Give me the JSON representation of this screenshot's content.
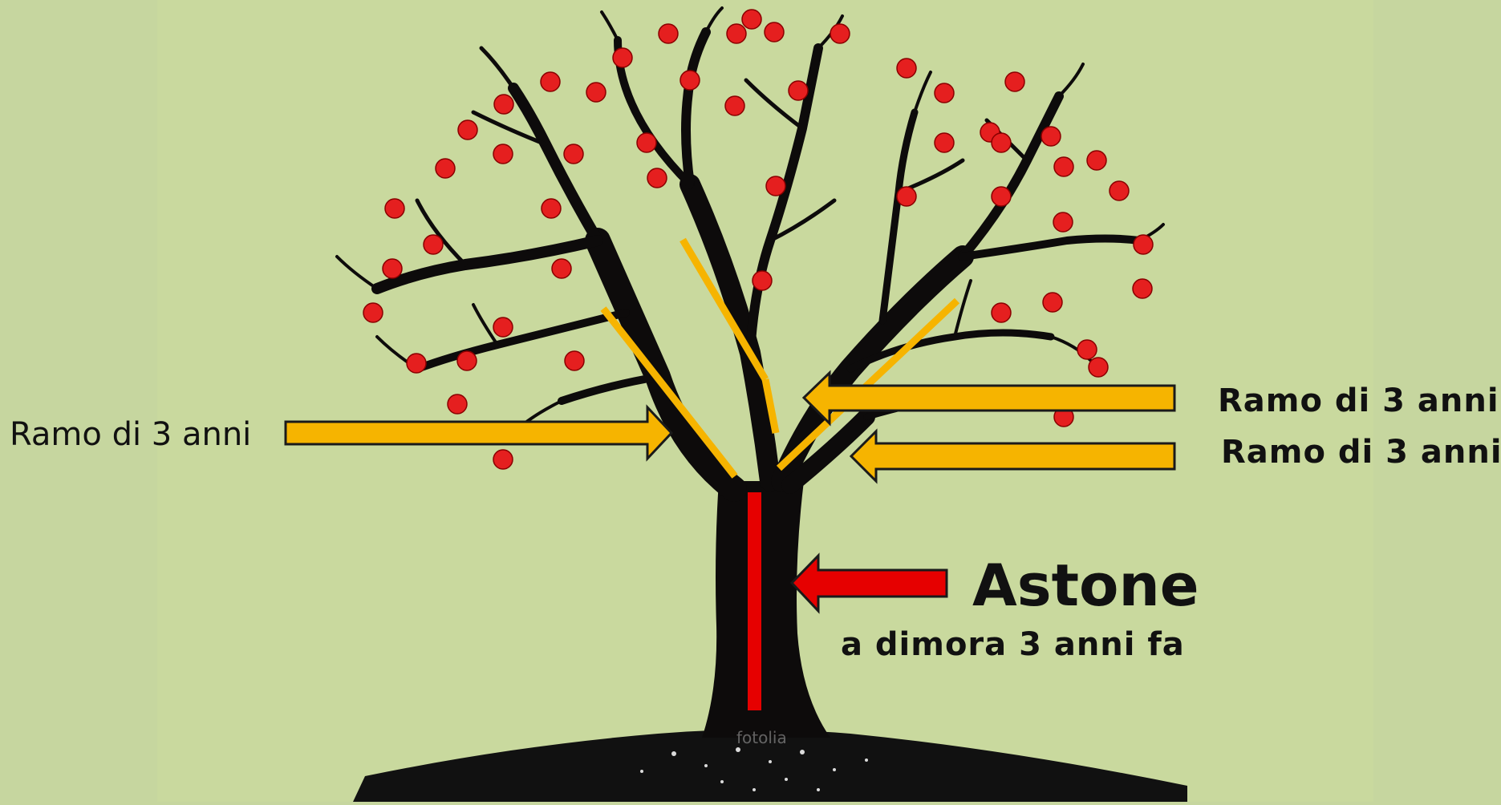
{
  "labels": {
    "left_branch": "Ramo di 3 anni",
    "right_branch_upper": "Ramo di 3 anni",
    "right_branch_lower": "Ramo di 3 anni",
    "trunk_title": "Astone",
    "trunk_subtitle": "a dimora 3 anni fa"
  },
  "watermark": "fotolia",
  "colors": {
    "background": "#c6d69f",
    "panel": "#c8d89c",
    "tree": "#0d0b0b",
    "branch_highlight": "#f6b400",
    "arrow_yellow": "#f6b400",
    "arrow_red": "#e60000",
    "trunk_highlight": "#e60000",
    "apple": "#e51f1f"
  }
}
